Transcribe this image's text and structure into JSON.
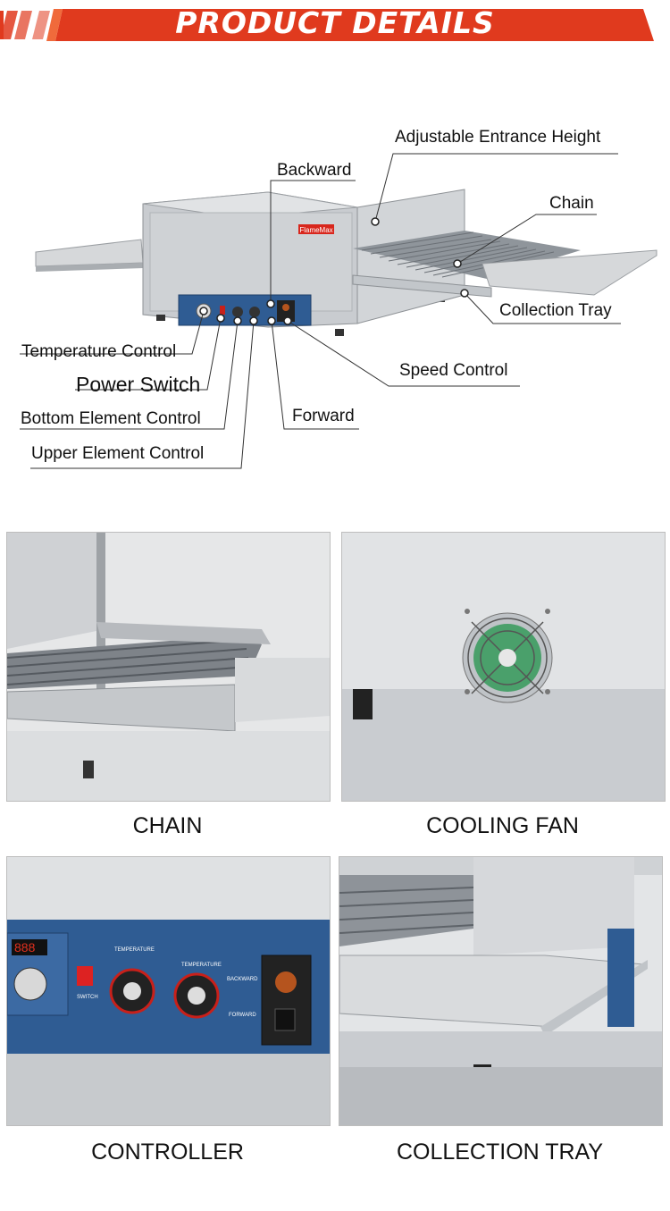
{
  "header": {
    "title": "PRODUCT DETAILS"
  },
  "main_figure": {
    "brand_logo": "FlameMax",
    "callouts": {
      "adjustable_entrance_height": "Adjustable Entrance Height",
      "backward": "Backward",
      "chain": "Chain",
      "collection_tray": "Collection Tray",
      "temperature_control": "Temperature Control",
      "power_switch": "Power Switch",
      "bottom_element_control": "Bottom Element Control",
      "upper_element_control": "Upper Element Control",
      "forward": "Forward",
      "speed_control": "Speed Control"
    }
  },
  "details": [
    {
      "caption": "CHAIN"
    },
    {
      "caption": "COOLING FAN"
    },
    {
      "caption": "CONTROLLER",
      "panel_text": {
        "display": "888",
        "switch": "SWITCH",
        "temperature_1": "TEMPERATURE",
        "temperature_2": "TEMPERATURE",
        "backward": "BACKWARD",
        "forward": "FORWARD"
      }
    },
    {
      "caption": "COLLECTION TRAY"
    }
  ],
  "colors": {
    "banner_red": "#e03a1e",
    "panel_blue": "#2f5c93",
    "steel": "#c9ccd0"
  }
}
